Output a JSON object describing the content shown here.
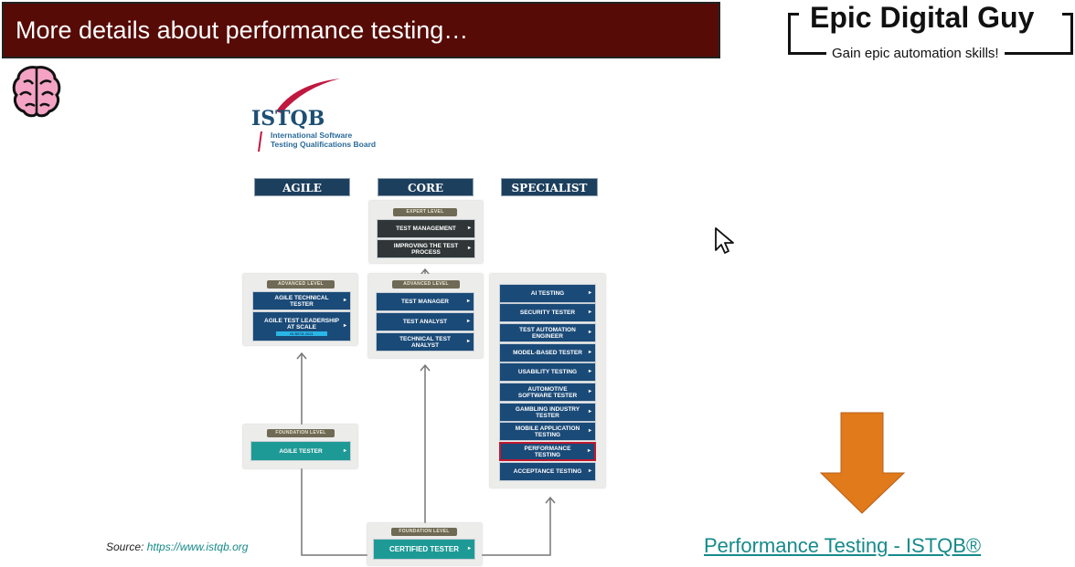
{
  "header": {
    "title": "More details about performance testing…"
  },
  "brand": {
    "name": "Epic Digital Guy",
    "tagline": "Gain epic automation skills!"
  },
  "istqb": {
    "logo_text": "ISTQB",
    "subtitle_line1": "International Software",
    "subtitle_line2": "Testing Qualifications Board"
  },
  "columns": [
    "AGILE",
    "CORE",
    "SPECIALIST"
  ],
  "expert": {
    "label": "EXPERT LEVEL",
    "items": [
      "TEST MANAGEMENT",
      "IMPROVING THE TEST PROCESS"
    ]
  },
  "agile_advanced": {
    "label": "ADVANCED LEVEL",
    "items": [
      "AGILE TECHNICAL TESTER",
      "AGILE TEST LEADERSHIP AT SCALE"
    ],
    "badge": "IN BETA 2021"
  },
  "core_advanced": {
    "label": "ADVANCED LEVEL",
    "items": [
      "TEST MANAGER",
      "TEST ANALYST",
      "TECHNICAL TEST ANALYST"
    ]
  },
  "specialist": {
    "items": [
      "AI TESTING",
      "SECURITY TESTER",
      "TEST AUTOMATION ENGINEER",
      "MODEL-BASED TESTER",
      "USABILITY TESTING",
      "AUTOMOTIVE SOFTWARE TESTER",
      "GAMBLING INDUSTRY TESTER",
      "MOBILE APPLICATION TESTING",
      "PERFORMANCE TESTING",
      "ACCEPTANCE TESTING"
    ],
    "highlighted": "PERFORMANCE TESTING"
  },
  "agile_foundation": {
    "label": "FOUNDATION LEVEL",
    "item": "AGILE TESTER"
  },
  "core_foundation": {
    "label": "FOUNDATION LEVEL",
    "item": "CERTIFIED TESTER"
  },
  "source": {
    "label": "Source:",
    "url": "https://www.istqb.org"
  },
  "link": {
    "text": "Performance Testing - ISTQB®"
  },
  "colors": {
    "title_bg": "#560b06",
    "navy": "#1a4a78",
    "teal": "#1e9a96",
    "arrow": "#e07a1a",
    "link": "#178a8a",
    "highlight": "#c0182f"
  }
}
